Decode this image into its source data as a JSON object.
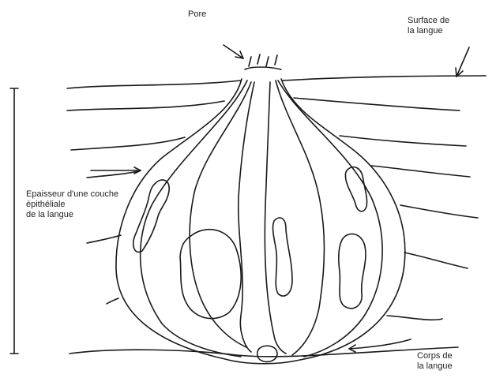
{
  "labels": {
    "pore": "Pore",
    "surface": "Surface de\nla langue",
    "epaisseur": "Epaisseur d'une couche\népithéliale\nde la langue",
    "corps": "Corps de\nla langue"
  }
}
